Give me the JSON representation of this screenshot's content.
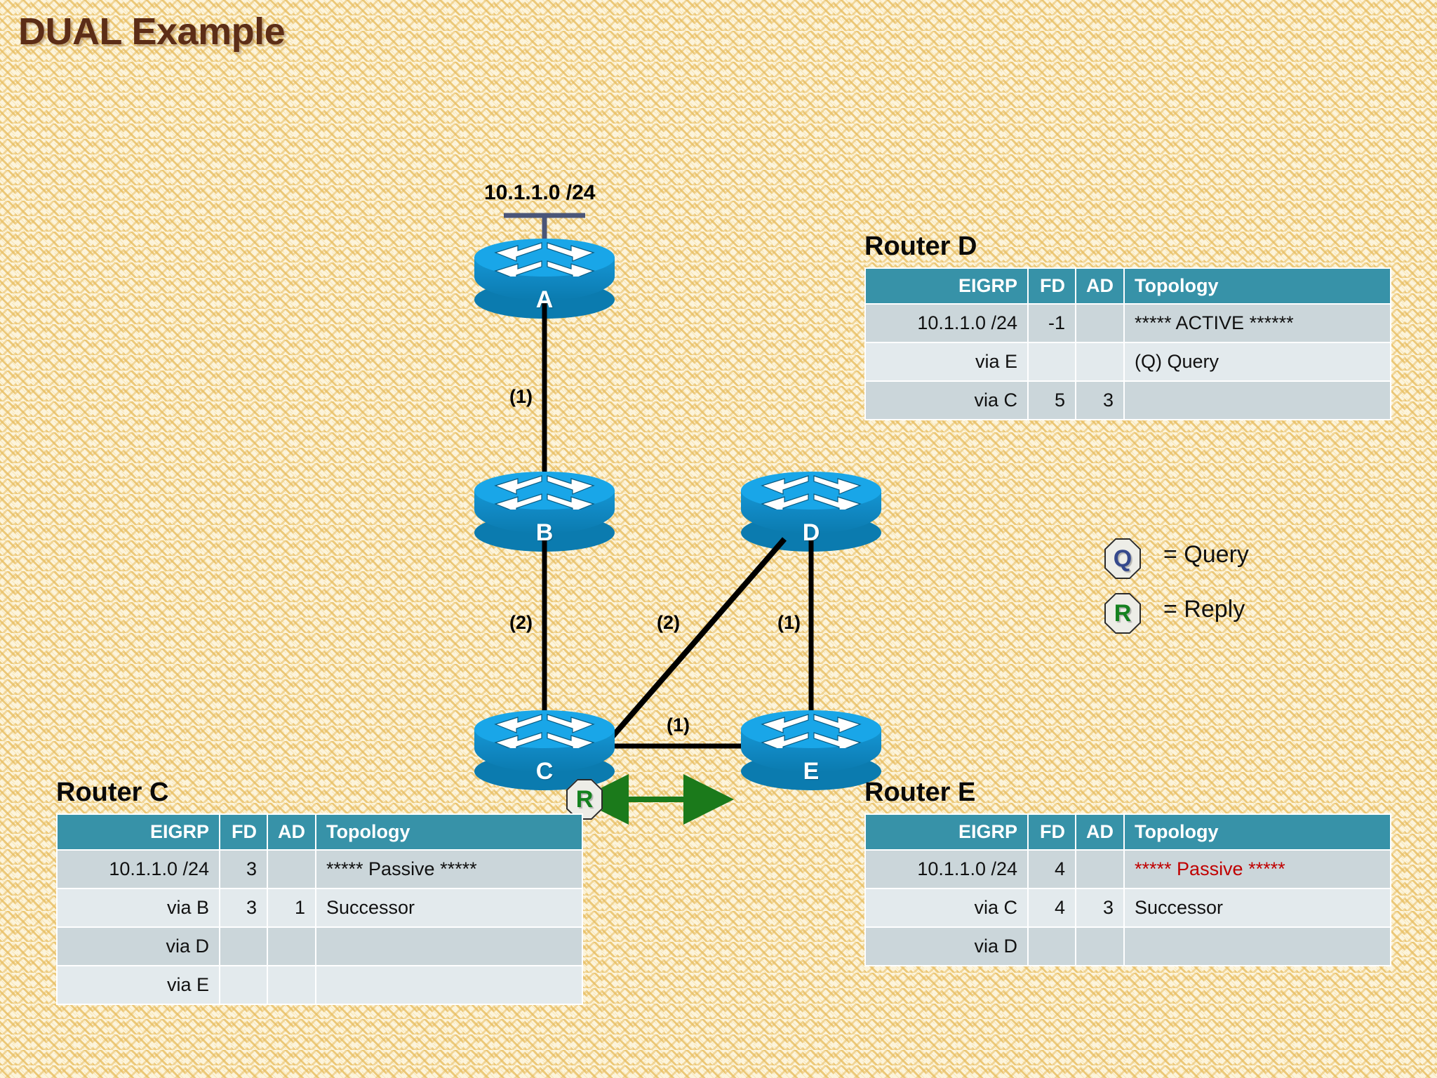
{
  "title": "DUAL Example",
  "lan": {
    "label": "10.1.1.0 /24"
  },
  "routers": [
    {
      "id": "A",
      "label": "A"
    },
    {
      "id": "B",
      "label": "B"
    },
    {
      "id": "C",
      "label": "C"
    },
    {
      "id": "D",
      "label": "D"
    },
    {
      "id": "E",
      "label": "E"
    }
  ],
  "links": [
    {
      "from": "A",
      "to": "B",
      "cost": "(1)"
    },
    {
      "from": "B",
      "to": "C",
      "cost": "(2)"
    },
    {
      "from": "C",
      "to": "D",
      "cost": "(2)"
    },
    {
      "from": "D",
      "to": "E",
      "cost": "(1)"
    },
    {
      "from": "C",
      "to": "E",
      "cost": "(1)"
    }
  ],
  "legend": {
    "query": {
      "badge": "Q",
      "text": "= Query",
      "color": "#35498C"
    },
    "reply": {
      "badge": "R",
      "text": "= Reply",
      "color": "#14811F"
    }
  },
  "reply_marker": {
    "badge": "R",
    "arrow_color": "#1B7A1B"
  },
  "columns": {
    "eigrp": "EIGRP",
    "fd": "FD",
    "ad": "AD",
    "topology": "Topology"
  },
  "tables": {
    "router_d": {
      "caption": "Router D",
      "rows": [
        {
          "eigrp": "10.1.1.0 /24",
          "fd": "-1",
          "ad": "",
          "topology": "***** ACTIVE ******",
          "topology_color": "#111111"
        },
        {
          "eigrp": "via E",
          "fd": "",
          "ad": "",
          "topology": "(Q) Query",
          "topology_color": "#111111"
        },
        {
          "eigrp": "via C",
          "fd": "5",
          "ad": "3",
          "topology": "",
          "topology_color": "#111111"
        }
      ]
    },
    "router_c": {
      "caption": "Router C",
      "rows": [
        {
          "eigrp": "10.1.1.0 /24",
          "fd": "3",
          "ad": "",
          "topology": "***** Passive *****",
          "topology_color": "#111111"
        },
        {
          "eigrp": "via B",
          "fd": "3",
          "ad": "1",
          "topology": "Successor",
          "topology_color": "#111111"
        },
        {
          "eigrp": "via D",
          "fd": "",
          "ad": "",
          "topology": "",
          "topology_color": "#111111"
        },
        {
          "eigrp": "via E",
          "fd": "",
          "ad": "",
          "topology": "",
          "topology_color": "#111111"
        }
      ]
    },
    "router_e": {
      "caption": "Router E",
      "rows": [
        {
          "eigrp": "10.1.1.0 /24",
          "fd": "4",
          "ad": "",
          "topology": "***** Passive *****",
          "topology_color": "#C00000"
        },
        {
          "eigrp": "via C",
          "fd": "4",
          "ad": "3",
          "topology": "Successor",
          "topology_color": "#111111"
        },
        {
          "eigrp": "via D",
          "fd": "",
          "ad": "",
          "topology": "",
          "topology_color": "#111111"
        }
      ]
    }
  },
  "colors": {
    "background": "#FCF4DC",
    "pattern": "#E8BE62",
    "title": "#5C2D17",
    "table_header": "#3792A8",
    "row_dark": "#CBD6DA",
    "row_light": "#E3EAED",
    "router_top": "#19A6E8",
    "router_body": "#0B7BAF",
    "lan_line": "#4A5578",
    "link_line": "#000000",
    "reply_green": "#1B7A1B",
    "passive_red": "#C00000"
  }
}
